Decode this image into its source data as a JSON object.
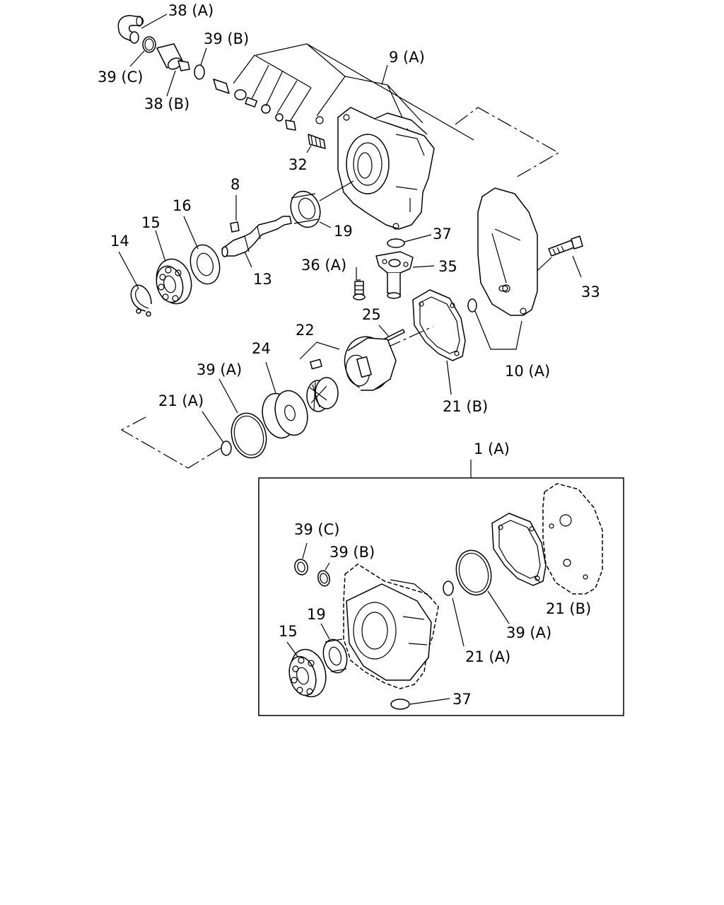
{
  "labels": {
    "l38a": "38 (A)",
    "l39b": "39 (B)",
    "l39c": "39 (C)",
    "l38b": "38 (B)",
    "l9a": "9 (A)",
    "l32": "32",
    "l8": "8",
    "l16": "16",
    "l15": "15",
    "l14": "14",
    "l19": "19",
    "l13": "13",
    "l37": "37",
    "l36a": "36 (A)",
    "l35": "35",
    "l33": "33",
    "l25": "25",
    "l22": "22",
    "l24": "24",
    "l39a": "39 (A)",
    "l21a": "21 (A)",
    "l21b": "21 (B)",
    "l10a": "10 (A)",
    "l1a": "1 (A)",
    "k39c": "39 (C)",
    "k39b": "39 (B)",
    "k19": "19",
    "k15": "15",
    "k21b": "21 (B)",
    "k39a": "39 (A)",
    "k21a": "21 (A)",
    "k37": "37"
  }
}
